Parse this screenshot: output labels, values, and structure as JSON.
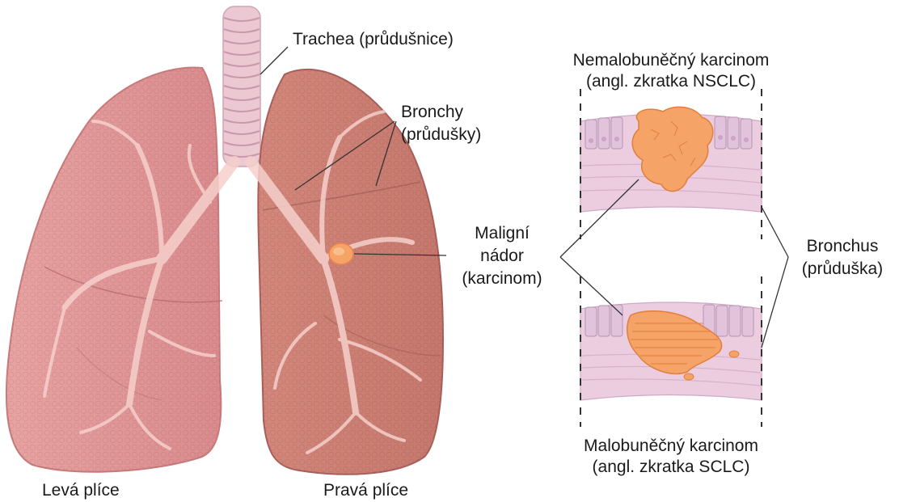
{
  "labels": {
    "trachea": "Trachea (průdušnice)",
    "bronchi_1": "Bronchy",
    "bronchi_2": "(průdušky)",
    "tumor_1": "Maligní",
    "tumor_2": "nádor",
    "tumor_3": "(karcinom)",
    "left_lung": "Levá plíce",
    "right_lung": "Pravá plíce",
    "nsclc_1": "Nemalobuněčný karcinom",
    "nsclc_2": "(angl. zkratka NSCLC)",
    "sclc_1": "Malobuněčný karcinom",
    "sclc_2": "(angl. zkratka SCLC)",
    "bronchus_1": "Bronchus",
    "bronchus_2": "(průduška)"
  },
  "colors": {
    "left_lung": "#e59a9a",
    "right_lung": "#cd7f74",
    "trachea": "#ecc8d2",
    "tumor": "#f5a366",
    "tissue": "#eccde0",
    "cells": "#e1c3dc",
    "airways": "#f3c8c5",
    "leader_line": "#333333"
  }
}
